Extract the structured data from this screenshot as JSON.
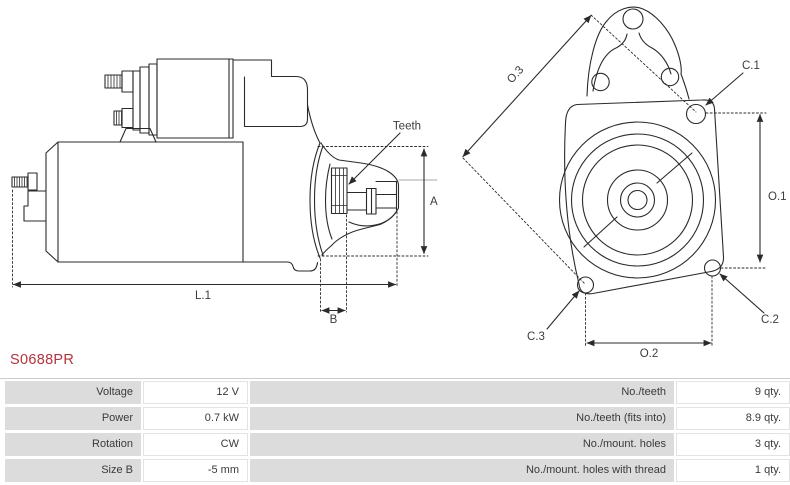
{
  "part_number": "S0688PR",
  "colors": {
    "part_number_red": "#b4333c",
    "drawing_line": "#2b2b2b",
    "table_label_bg": "#dcdcdc",
    "table_value_border": "#e3e3e3"
  },
  "diagram": {
    "side_view": {
      "labels": {
        "teeth": "Teeth",
        "a": "A",
        "b": "B",
        "l1": "L.1"
      }
    },
    "front_view": {
      "labels": {
        "o3": "O.3",
        "o1": "O.1",
        "o2": "O.2",
        "c1": "C.1",
        "c2": "C.2",
        "c3": "C.3"
      }
    }
  },
  "spec_table": {
    "rows": [
      {
        "label_left": "Voltage",
        "value_left": "12 V",
        "label_right": "No./teeth",
        "value_right": "9 qty."
      },
      {
        "label_left": "Power",
        "value_left": "0.7 kW",
        "label_right": "No./teeth (fits into)",
        "value_right": "8.9 qty."
      },
      {
        "label_left": "Rotation",
        "value_left": "CW",
        "label_right": "No./mount. holes",
        "value_right": "3 qty."
      },
      {
        "label_left": "Size B",
        "value_left": "-5 mm",
        "label_right": "No./mount. holes with thread",
        "value_right": "1 qty."
      }
    ]
  }
}
